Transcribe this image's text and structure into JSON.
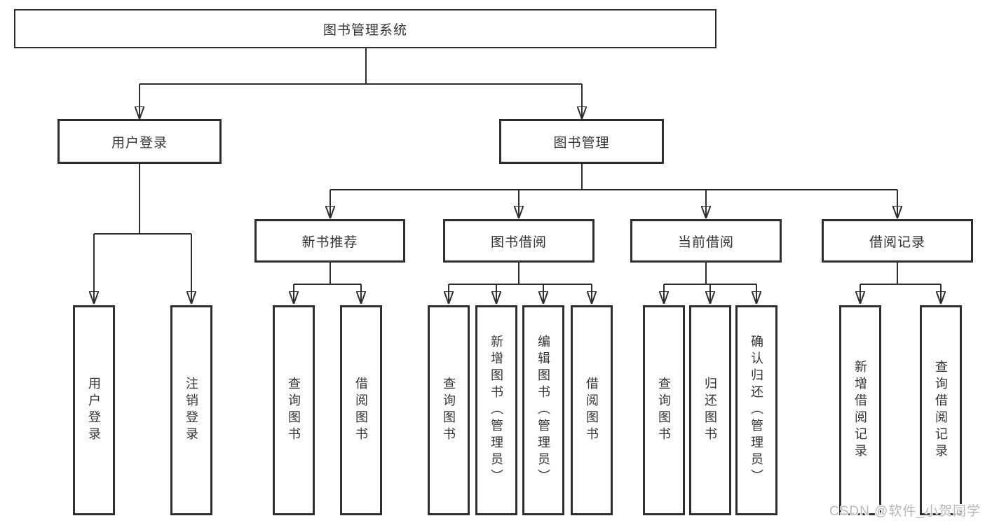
{
  "diagram": {
    "root": {
      "label": "图书管理系统"
    },
    "level2": [
      {
        "label": "用户登录"
      },
      {
        "label": "图书管理"
      }
    ],
    "level3": [
      {
        "label": "新书推荐"
      },
      {
        "label": "图书借阅"
      },
      {
        "label": "当前借阅"
      },
      {
        "label": "借阅记录"
      }
    ],
    "leaves": {
      "user_login": [
        {
          "label": "用户登录"
        },
        {
          "label": "注销登录"
        }
      ],
      "new_book": [
        {
          "label": "查询图书"
        },
        {
          "label": "借阅图书"
        }
      ],
      "book_borrow": [
        {
          "label": "查询图书"
        },
        {
          "label": "新增图书（管理员）"
        },
        {
          "label": "编辑图书（管理员）"
        },
        {
          "label": "借阅图书"
        }
      ],
      "current_borrow": [
        {
          "label": "查询图书"
        },
        {
          "label": "归还图书"
        },
        {
          "label": "确认归还（管理员）"
        }
      ],
      "borrow_record": [
        {
          "label": "新增借阅记录"
        },
        {
          "label": "查询借阅记录"
        }
      ]
    },
    "watermark": "CSDN @软件_小贺同学",
    "colors": {
      "line": "#2f2f2f",
      "border": "#2f2f2f",
      "text": "#333333",
      "watermark": "#b5b9bc",
      "background": "#ffffff"
    }
  }
}
